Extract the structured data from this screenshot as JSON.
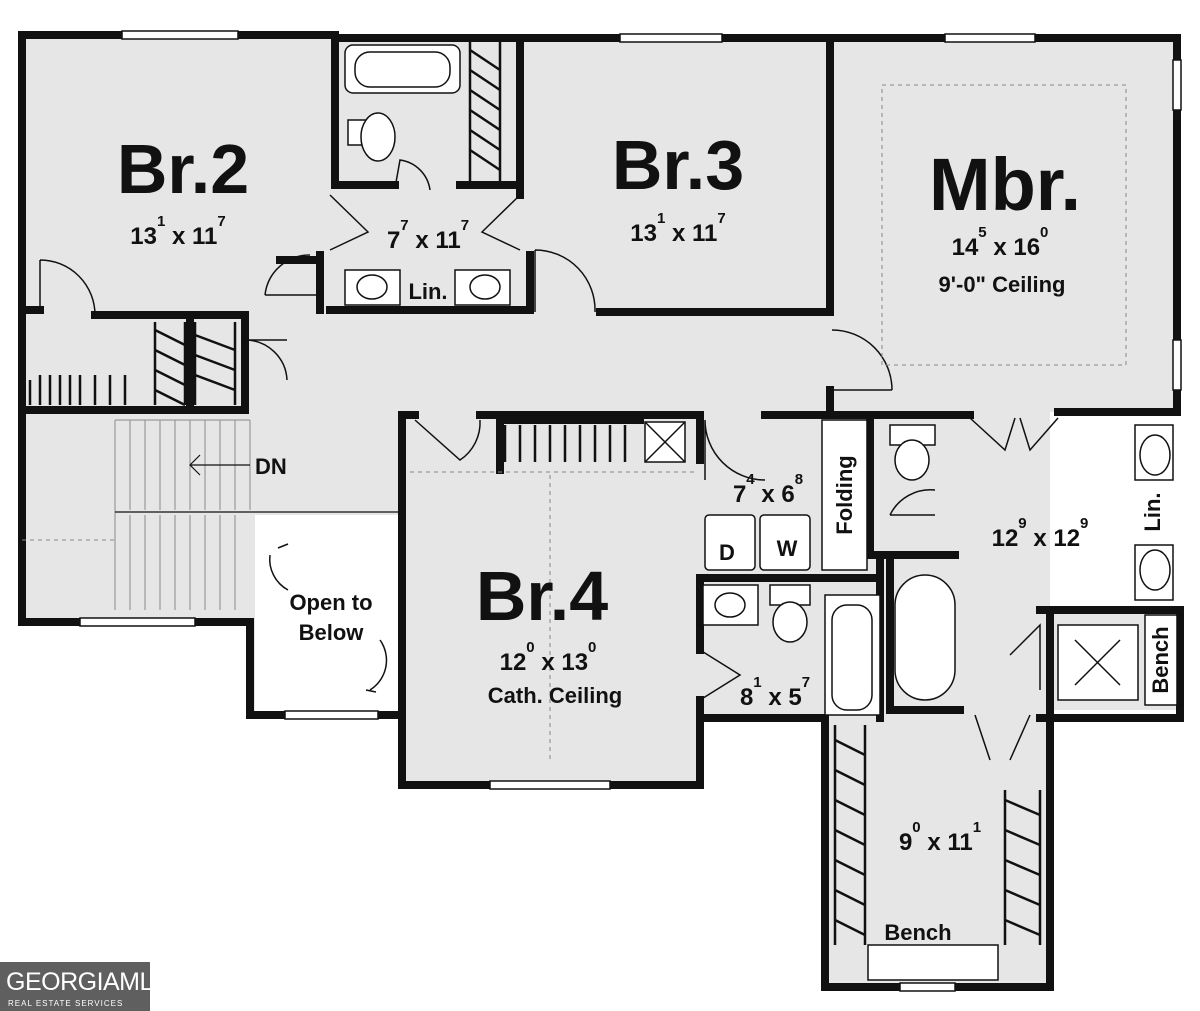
{
  "rooms": {
    "br2": {
      "name": "Br.2",
      "w": "13",
      "w_in": "1",
      "x": "x",
      "h": "11",
      "h_in": "7"
    },
    "bath_top": {
      "w": "7",
      "w_in": "7",
      "x": "x",
      "h": "11",
      "h_in": "7",
      "linen": "Lin."
    },
    "br3": {
      "name": "Br.3",
      "w": "13",
      "w_in": "1",
      "x": "x",
      "h": "11",
      "h_in": "7"
    },
    "mbr": {
      "name": "Mbr.",
      "w": "14",
      "w_in": "5",
      "x": "x",
      "h": "16",
      "h_in": "0",
      "ceiling": "9'-0\" Ceiling"
    },
    "stairs": {
      "label": "DN"
    },
    "open": {
      "line1": "Open to",
      "line2": "Below"
    },
    "br4": {
      "name": "Br.4",
      "w": "12",
      "w_in": "0",
      "x": "x",
      "h": "13",
      "h_in": "0",
      "ceiling": "Cath. Ceiling"
    },
    "laundry": {
      "w": "7",
      "w_in": "4",
      "x": "x",
      "h": "6",
      "h_in": "8",
      "folding": "Folding",
      "dryer": "D",
      "washer": "W"
    },
    "bath_mid": {
      "w": "8",
      "w_in": "1",
      "x": "x",
      "h": "5",
      "h_in": "7"
    },
    "master_bath": {
      "w": "12",
      "w_in": "9",
      "x": "x",
      "h": "12",
      "h_in": "9",
      "linen": "Lin.",
      "bench": "Bench"
    },
    "closet": {
      "w": "9",
      "w_in": "0",
      "x": "x",
      "h": "11",
      "h_in": "1",
      "bench": "Bench"
    }
  },
  "logo": {
    "main": "GEORGIAMLS",
    "sub": "REAL ESTATE SERVICES"
  },
  "colors": {
    "wall": "#111111",
    "floor": "#e6e6e6",
    "background": "#ffffff"
  }
}
